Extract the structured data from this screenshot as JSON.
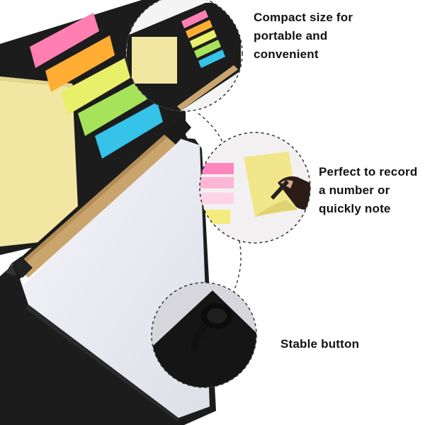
{
  "callouts": [
    {
      "lines": [
        "Compact size for",
        "portable and",
        "convenient"
      ]
    },
    {
      "lines": [
        "Perfect to record",
        "a number or",
        "quickly note"
      ]
    },
    {
      "lines": [
        "Stable button"
      ]
    }
  ],
  "icons": [
    "sticky-note-organizer",
    "ballpoint-pen",
    "snap-button",
    "hand-writing"
  ],
  "colors": {
    "cover": "#1c1c1c",
    "sticky_pink": "#ff7fb2",
    "sticky_orange": "#ffad33",
    "sticky_yellow": "#e8f06a",
    "sticky_green": "#a6e35a",
    "sticky_blue": "#35c3ea",
    "memo_yellow": "#f1e7a3",
    "notepad_white": "#ececf4"
  }
}
